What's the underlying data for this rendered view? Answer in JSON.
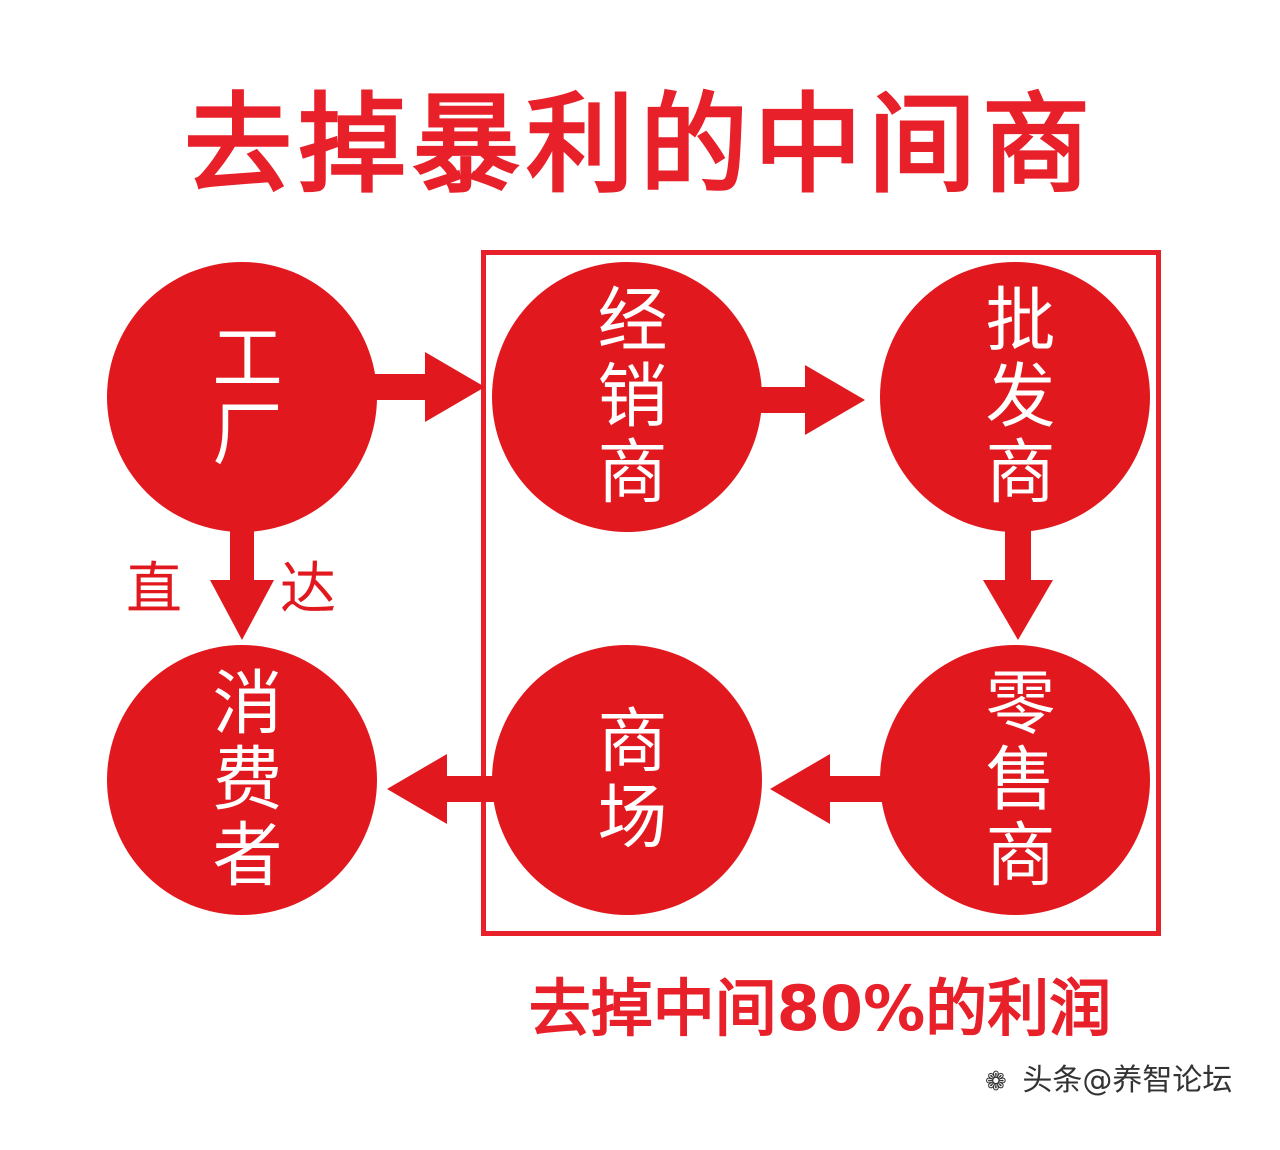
{
  "title": "去掉暴利的中间商",
  "nodes": {
    "factory": "工厂",
    "distributor": "经销商",
    "wholesaler": "批发商",
    "consumer": "消费者",
    "mall": "商场",
    "retailer": "零售商"
  },
  "direct_label": {
    "left": "直",
    "right": "达"
  },
  "footer": "去掉中间80%的利润",
  "watermark": "头条@养智论坛",
  "colors": {
    "red": "#e1191f",
    "title_red": "#e8202a",
    "background": "#ffffff"
  }
}
